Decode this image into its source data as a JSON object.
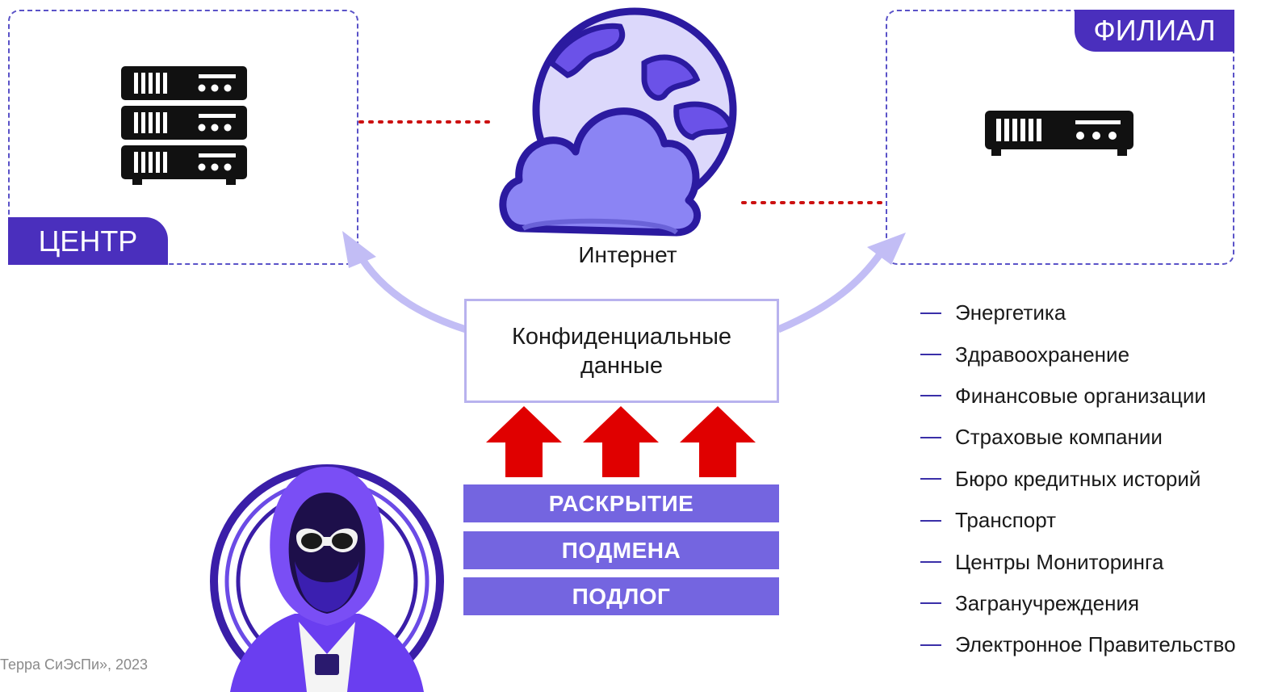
{
  "center": {
    "label": "ЦЕНТР"
  },
  "branch": {
    "label": "ФИЛИАЛ"
  },
  "internet": {
    "label": "Интернет"
  },
  "data_box": {
    "line1": "Конфиденциальные",
    "line2": "данные"
  },
  "threats": [
    "РАСКРЫТИЕ",
    "ПОДМЕНА",
    "ПОДЛОГ"
  ],
  "sectors": [
    "Энергетика",
    "Здравоохранение",
    "Финансовые организации",
    "Страховые компании",
    "Бюро кредитных историй",
    "Транспорт",
    "Центры Мониторинга",
    "Загранучреждения",
    "Электронное Правительство"
  ],
  "footer": "Терра СиЭсПи», 2023",
  "colors": {
    "accent": "#4a2fbd",
    "bar": "#7465e0",
    "arrow_red": "#e00000",
    "link_dots": "#cc1111",
    "curve_arrow": "#c2bdf5"
  }
}
